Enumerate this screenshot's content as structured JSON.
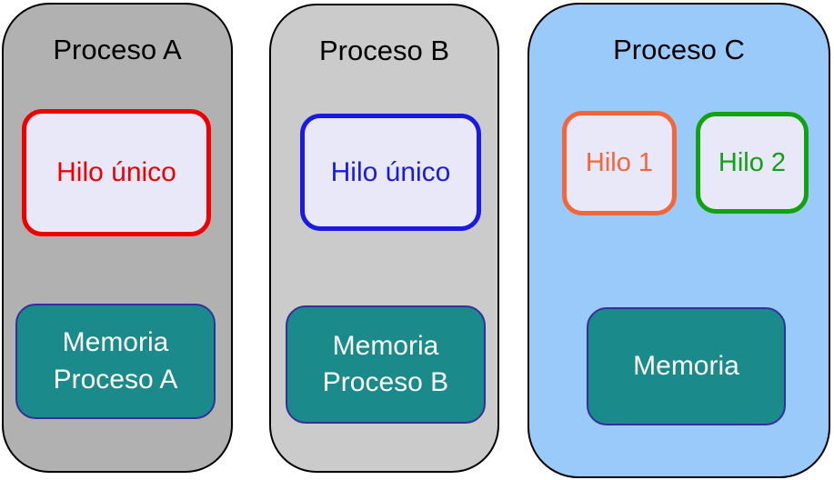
{
  "canvas": {
    "background": "#ffffff"
  },
  "processes": [
    {
      "id": "A",
      "title": "Proceso A",
      "fill": "#b1b1b1",
      "border_color": "#000000",
      "threads": [
        {
          "label": "Hilo único",
          "color": "#ee0000",
          "fill": "#e8e8f8"
        }
      ],
      "memory": {
        "lines": [
          "Memoria",
          "Proceso A"
        ],
        "fill": "#1b8a8a",
        "border_color": "#33309e",
        "text_color": "#ffffff"
      }
    },
    {
      "id": "B",
      "title": "Proceso B",
      "fill": "#cbcbcb",
      "border_color": "#000000",
      "threads": [
        {
          "label": "Hilo único",
          "color": "#1a1ae0",
          "fill": "#e8e8f8"
        }
      ],
      "memory": {
        "lines": [
          "Memoria",
          "Proceso B"
        ],
        "fill": "#1b8a8a",
        "border_color": "#33309e",
        "text_color": "#ffffff"
      }
    },
    {
      "id": "C",
      "title": "Proceso C",
      "fill": "#9acafa",
      "border_color": "#000000",
      "threads": [
        {
          "label": "Hilo 1",
          "color": "#f4663a",
          "fill": "#e8e8f8"
        },
        {
          "label": "Hilo 2",
          "color": "#11a211",
          "fill": "#e8e8f8"
        }
      ],
      "memory": {
        "lines": [
          "Memoria"
        ],
        "fill": "#1b8a8a",
        "border_color": "#33309e",
        "text_color": "#ffffff"
      }
    }
  ]
}
